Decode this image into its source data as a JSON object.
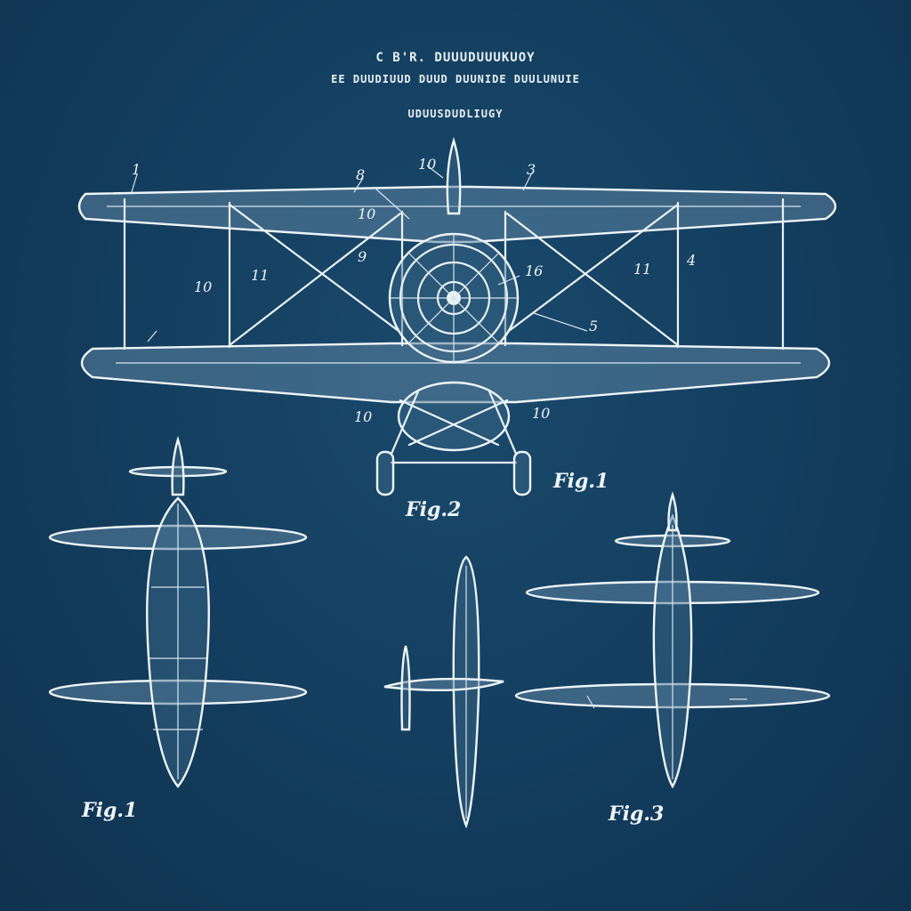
{
  "header": {
    "line1": "C B'R. DUUUDUUUKUOY",
    "line2": "EE DUUDIUUD DUUD DUUNIDE DUULUNUIE",
    "line3": "UDUUSDUDLIUGY"
  },
  "figures": {
    "front_view_label": "Fig.1",
    "gear_label": "Fig.2",
    "top_view_left_label": "Fig.1",
    "top_view_right_label": "Fig.3"
  },
  "callouts": {
    "c1": "1",
    "c2": "8",
    "c3": "10",
    "c4": "3",
    "c5": "10",
    "c6": "11",
    "c7": "10",
    "c8": "9",
    "c9": "16",
    "c10": "11",
    "c11": "4",
    "c12": "5",
    "c13": "10",
    "c14": "10"
  },
  "colors": {
    "background": "#143f60",
    "line": "#e9f2f7"
  }
}
